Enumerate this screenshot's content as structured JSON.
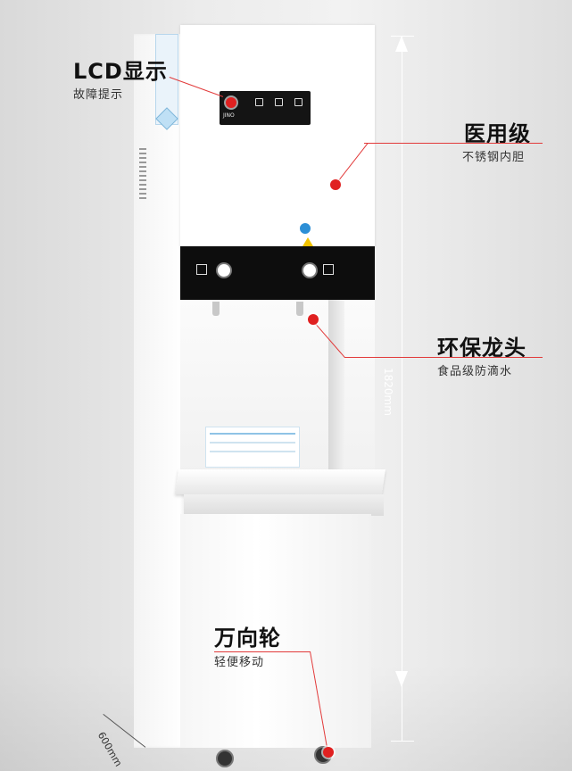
{
  "callouts": {
    "lcd": {
      "title": "LCD显示",
      "sub": "故障提示"
    },
    "medical": {
      "title": "医用级",
      "sub": "不锈钢内胆"
    },
    "faucet": {
      "title": "环保龙头",
      "sub": "食品级防滴水"
    },
    "wheel": {
      "title": "万向轮",
      "sub": "轻便移动"
    }
  },
  "dimensions": {
    "height": "1820mm",
    "depth": "600mm"
  },
  "lcd_brand": "JINO",
  "colors": {
    "accent_red": "#e02020",
    "machine_white": "#ffffff",
    "panel_black": "#0d0d0d"
  }
}
